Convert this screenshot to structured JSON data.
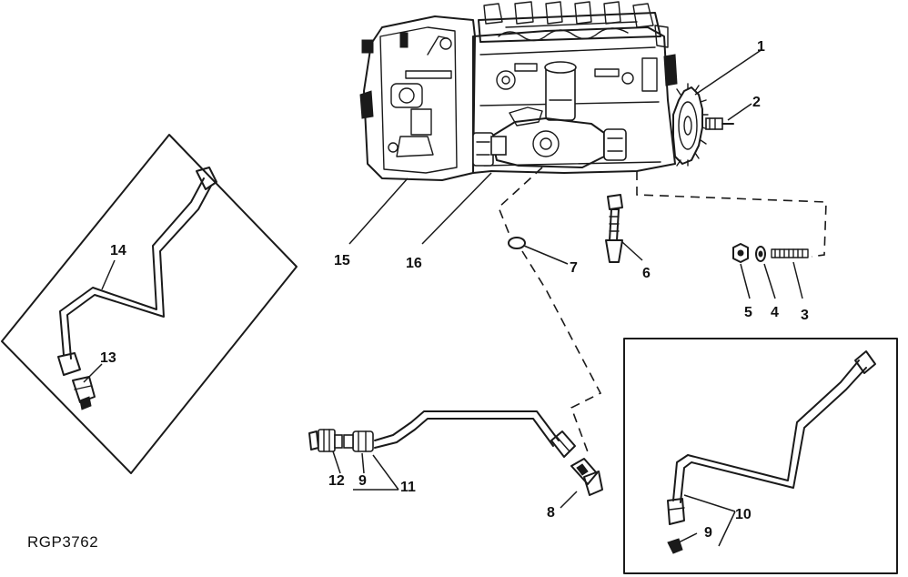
{
  "figure_code": "RGP3762",
  "callouts": {
    "c1": "1",
    "c2": "2",
    "c3": "3",
    "c4": "4",
    "c5": "5",
    "c6": "6",
    "c7": "7",
    "c8": "8",
    "c9a": "9",
    "c9b": "9",
    "c10": "10",
    "c11": "11",
    "c12": "12",
    "c13": "13",
    "c14": "14",
    "c15": "15",
    "c16": "16"
  }
}
